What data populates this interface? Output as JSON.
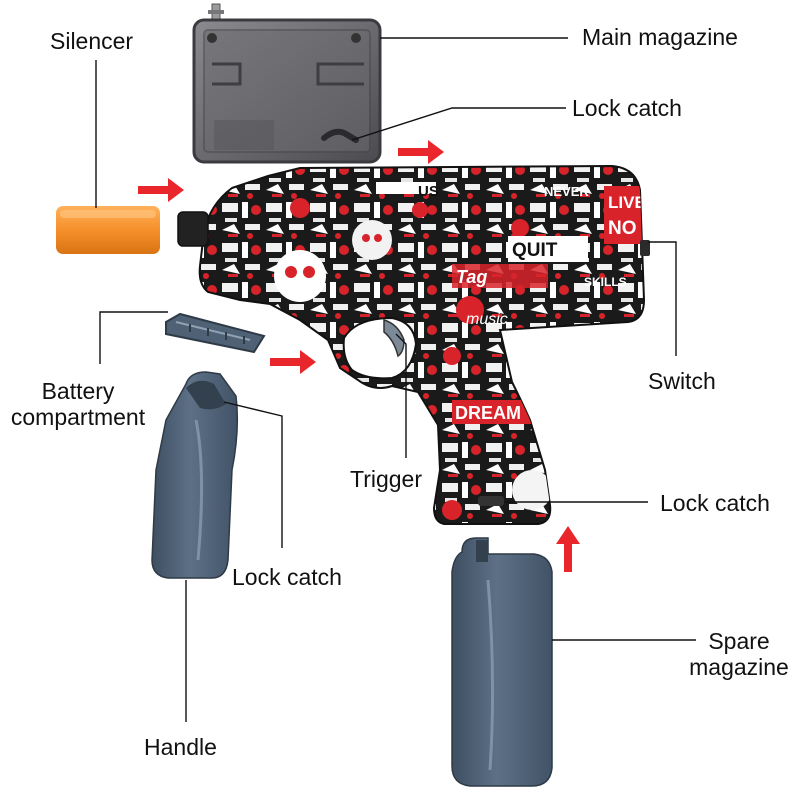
{
  "labels": {
    "silencer": "Silencer",
    "main_magazine": "Main magazine",
    "lock_catch_top": "Lock catch",
    "switch": "Switch",
    "battery_line1": "Battery",
    "battery_line2": "compartment",
    "trigger": "Trigger",
    "lock_catch_right": "Lock catch",
    "lock_catch_left": "Lock catch",
    "spare_line1": "Spare",
    "spare_line2": "magazine",
    "handle": "Handle"
  },
  "graffiti": [
    "LIVE",
    "NO",
    "QUIT",
    "DREAM",
    "music",
    "Tag",
    "NEVER",
    "US",
    "SKILLS"
  ],
  "colors": {
    "leader_line": "#111111",
    "arrow": "#e8262b",
    "silencer": "#f5902a",
    "grip_part": "#4f6175",
    "magazine_body": "#6f6f74",
    "gun_red": "#d8232a"
  }
}
